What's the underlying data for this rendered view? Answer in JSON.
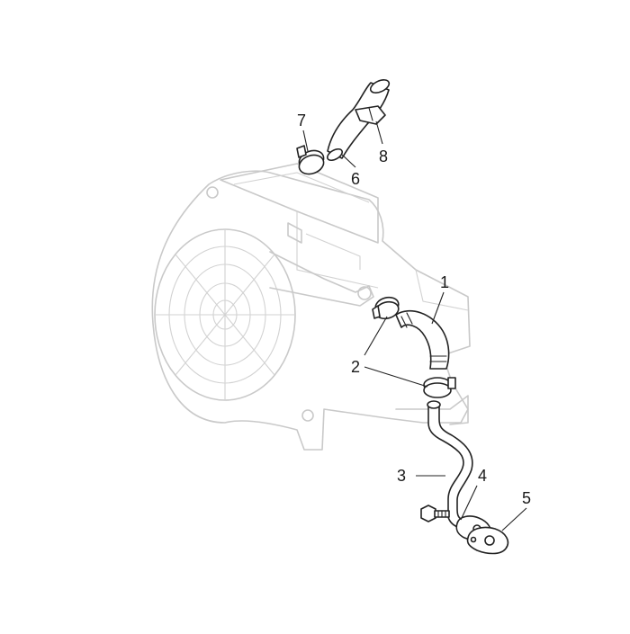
{
  "diagram": {
    "callouts": [
      {
        "id": "1",
        "label": "1"
      },
      {
        "id": "2",
        "label": "2"
      },
      {
        "id": "3",
        "label": "3"
      },
      {
        "id": "4",
        "label": "4"
      },
      {
        "id": "5",
        "label": "5"
      },
      {
        "id": "6",
        "label": "6"
      },
      {
        "id": "7",
        "label": "7"
      },
      {
        "id": "8",
        "label": "8"
      }
    ],
    "colors": {
      "background": "#ffffff",
      "ghost_housing": "#c9c9c9",
      "parts": "#222222"
    }
  }
}
